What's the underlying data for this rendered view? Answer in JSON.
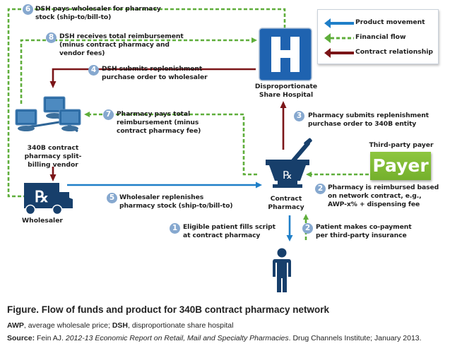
{
  "legend": {
    "items": [
      {
        "label": "Product movement",
        "color": "#1f7fc8",
        "style": "solid"
      },
      {
        "label": "Financial flow",
        "color": "#5fae3b",
        "style": "dashed"
      },
      {
        "label": "Contract relationship",
        "color": "#7b1518",
        "style": "solid"
      }
    ]
  },
  "nodes": {
    "hospital": {
      "label_line1": "Disproportionate",
      "label_line2": "Share Hospital",
      "icon_letter": "H"
    },
    "vendor": {
      "label_line1": "340B contract",
      "label_line2": "pharmacy split-",
      "label_line3": "billing vendor"
    },
    "wholesaler": {
      "label": "Wholesaler",
      "icon_text": "℞"
    },
    "pharmacy": {
      "label_line1": "Contract",
      "label_line2": "Pharmacy",
      "icon_text": "℞"
    },
    "payer": {
      "title": "Third-party payer",
      "box_text": "Payer"
    }
  },
  "steps": [
    {
      "num": "1",
      "line1": "Eligible patient fills script",
      "line2": "at contract pharmacy"
    },
    {
      "num": "2",
      "line1": "Pharmacy is reimbursed based",
      "line2": "on network contract, e.g.,",
      "line3": "AWP-x% + dispensing fee"
    },
    {
      "num": "2",
      "line1": "Patient makes co-payment",
      "line2": "per third-party insurance"
    },
    {
      "num": "3",
      "line1": "Pharmacy submits replenishment",
      "line2": "purchase order to 340B entity"
    },
    {
      "num": "4",
      "line1": "DSH submits replenishment",
      "line2": "purchase order to wholesaler"
    },
    {
      "num": "5",
      "line1": "Wholesaler replenishes",
      "line2": "pharmacy stock (ship-to/bill-to)"
    },
    {
      "num": "6",
      "line1": "DSH pays wholesaler for pharmacy",
      "line2": "stock (ship-to/bill-to)"
    },
    {
      "num": "7",
      "line1": "Pharmacy pays total",
      "line2": "reimbursement (minus",
      "line3": "contract pharmacy fee)"
    },
    {
      "num": "8",
      "line1": "DSH receives total reimbursement",
      "line2": "(minus contract pharmacy and",
      "line3": "vendor fees)"
    }
  ],
  "caption": {
    "title": "Figure. Flow of funds and product for 340B contract pharmacy network",
    "abbr_awp_key": "AWP",
    "abbr_awp_text": ", average wholesale price; ",
    "abbr_dsh_key": "DSH",
    "abbr_dsh_text": ", disproportionate share hospital",
    "source_label": "Source:",
    "source_author": " Fein AJ. ",
    "source_title": "2012-13 Economic Report on Retail, Mail and Specialty Pharmacies",
    "source_rest": ". Drug Channels Institute; January 2013."
  },
  "colors": {
    "product": "#1f7fc8",
    "financial": "#5fae3b",
    "contract": "#7b1518",
    "navy": "#173f6b",
    "hospital_blue": "#1f63b0",
    "payer_green": "#82bd3a",
    "step_badge": "#86a8cf"
  }
}
